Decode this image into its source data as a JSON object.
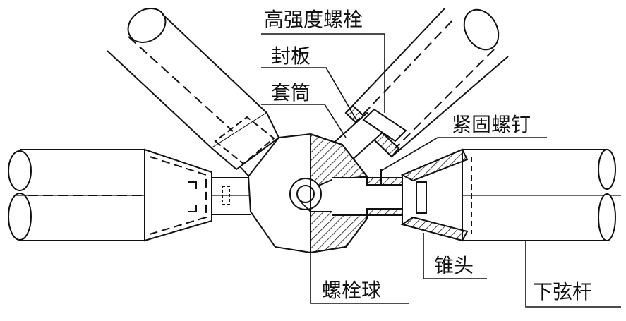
{
  "labels": {
    "high_strength_bolt": "高强度螺栓",
    "end_plate": "封板",
    "sleeve": "套筒",
    "fastening_screw": "紧固螺钉",
    "cone_head": "锥头",
    "bolt_ball": "螺栓球",
    "bottom_chord": "下弦杆"
  },
  "colors": {
    "line": "#111111",
    "background": "#ffffff"
  }
}
